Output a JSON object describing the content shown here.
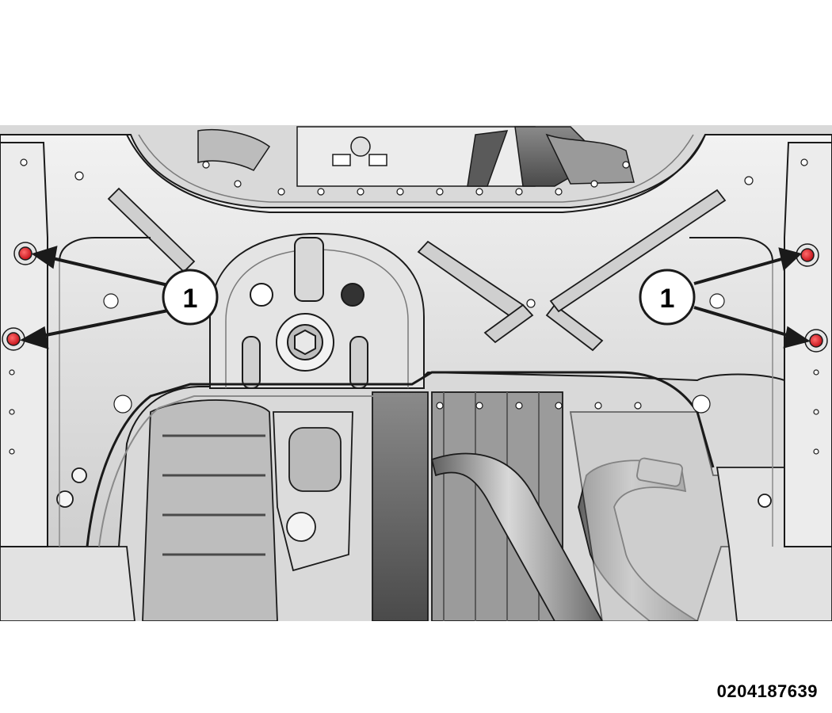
{
  "figure": {
    "id_label": "0204187639",
    "callouts": [
      {
        "label": "1",
        "target_count": 2,
        "side": "left"
      },
      {
        "label": "1",
        "target_count": 2,
        "side": "right"
      }
    ],
    "colors": {
      "background": "#ffffff",
      "metal_light": "#e6e6e6",
      "metal_mid": "#c4c4c4",
      "metal_dark": "#6b6b6b",
      "outline": "#1a1a1a",
      "bolt_highlight": "#e8232a"
    }
  }
}
